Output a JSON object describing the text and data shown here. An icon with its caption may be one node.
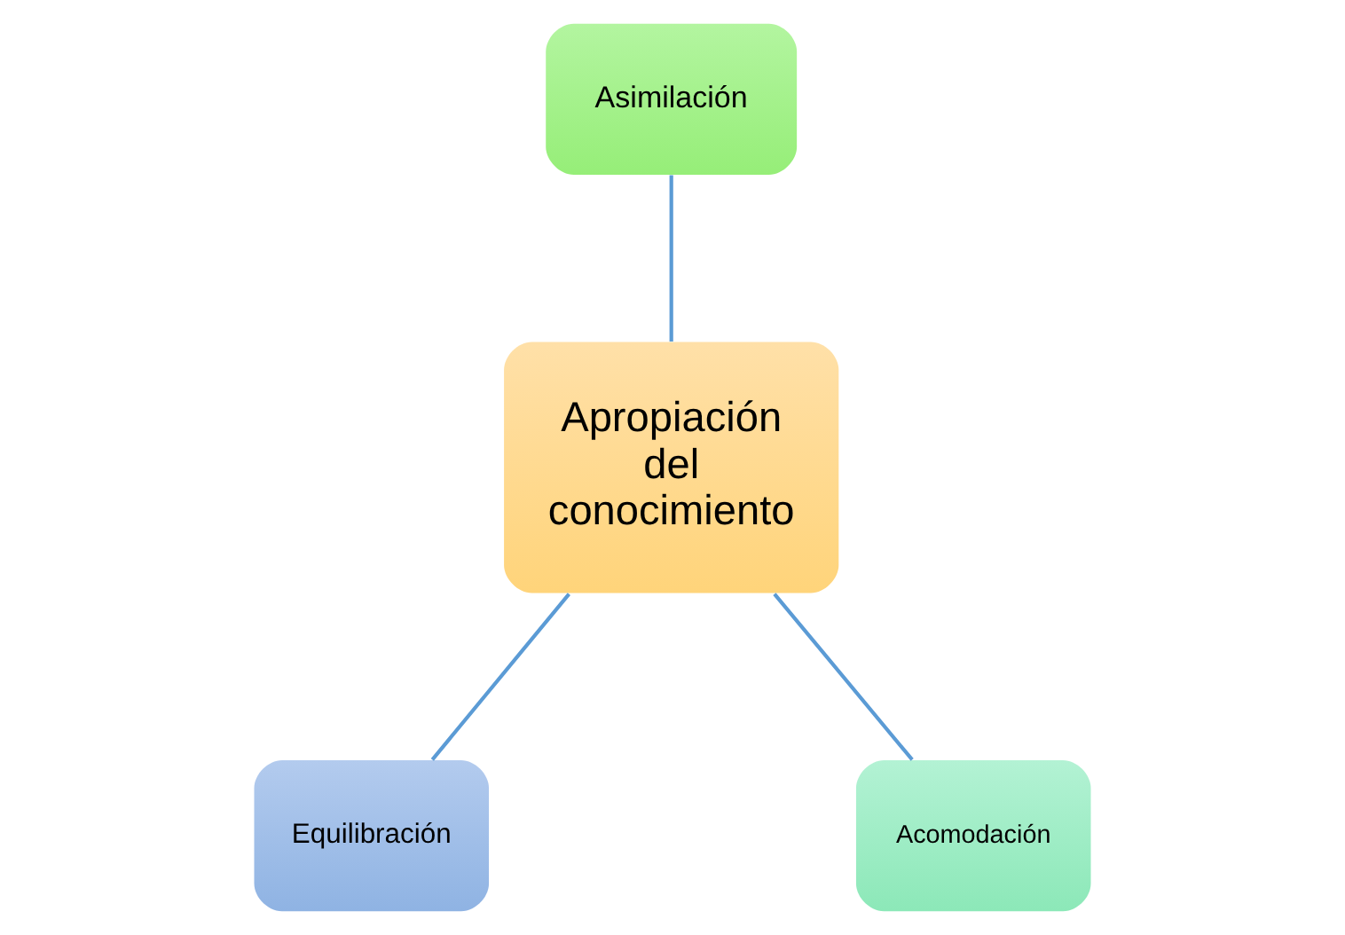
{
  "diagram": {
    "nodes": [
      {
        "text": [
          "Asimilación"
        ]
      },
      {
        "text": [
          "Apropiación del conocimiento"
        ]
      },
      {
        "text": [
          "Equilibración"
        ]
      },
      {
        "text": [
          "Acomodación"
        ]
      }
    ],
    "edges": [
      {
        "from": 1,
        "to": 0,
        "arrow": "none"
      },
      {
        "from": 1,
        "to": 2,
        "arrow": "none"
      },
      {
        "from": 1,
        "to": 3,
        "arrow": "none"
      }
    ]
  }
}
